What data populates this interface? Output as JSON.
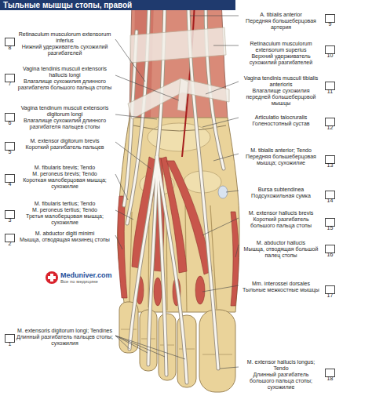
{
  "diagram": {
    "title": "Тыльные мышцы стопы, правой",
    "nodes": [
      {
        "text": [
          "9"
        ]
      },
      {
        "text": [
          "8"
        ]
      },
      {
        "text": [
          "10"
        ]
      },
      {
        "text": [
          "7"
        ]
      },
      {
        "text": [
          "11"
        ]
      },
      {
        "text": [
          "6"
        ]
      },
      {
        "text": [
          "12"
        ]
      },
      {
        "text": [
          "5"
        ]
      },
      {
        "text": [
          "13"
        ]
      },
      {
        "text": [
          "4"
        ]
      },
      {
        "text": [
          "14"
        ]
      },
      {
        "text": [
          "3"
        ]
      },
      {
        "text": [
          "15"
        ]
      },
      {
        "text": [
          "2"
        ]
      },
      {
        "text": [
          "16"
        ]
      },
      {
        "text": [
          "17"
        ]
      },
      {
        "text": [
          "1"
        ]
      },
      {
        "text": [
          "18"
        ]
      }
    ],
    "labels": [
      "A. tibialis anterior",
      "Передняя большеберцовая артерия",
      "Retinaculum musculorum extensorum inferius",
      "Нижний удерживатель сухожилий разгибателей",
      "Retinaculum musculorum extensorum superius",
      "Верхний удерживатель сухожилий разгибателей",
      "Vagina tendinis musculi extensoris hallucis longi",
      "Влагалище сухожилия длинного разгибателя большого пальца стопы",
      "Vagina tendinis musculi tibialis anterioris",
      "Влагалище сухожилия передней большеберцовой мышцы",
      "Vagina tendinum musculi extensoris digitorum longi",
      "Влагалище сухожилий длинного разгибателя пальцев стопы",
      "Articulatio talocruralis",
      "Голеностопный сустав",
      "M. extensor digitorum brevis",
      "Короткий разгибатель пальцев",
      "M. tibialis anterior; Tendo",
      "Передняя большеберцовая мышца; сухожилие",
      "M. fibularis brevis; Tendo",
      "M. peroneus brevis; Tendo",
      "Короткая малоберцовая мышца; сухожилие",
      "Bursa subtendinea",
      "Подсухожильная сумка",
      "M. fibularis tertius; Tendo",
      "M. peroneus tertius; Tendo",
      "Третья малоберцовая мышца; сухожилие",
      "M. extensor hallucis brevis",
      "Короткий разгибатель большого пальца стопы",
      "M. abductor digiti minimi",
      "Мышца, отводящая мизинец стопы",
      "M. abductor hallucis",
      "Мышца, отводящая большой палец стопы",
      "Meduniver.com",
      "Все по медицине",
      "Mm. interossei dorsales",
      "Тыльные межкостные мышцы",
      "M. extensoris digitorum longi; Tendines",
      "Длинный разгибатель пальцев стопы; сухожилия",
      "M. extensor hallucis longus; Tendo",
      "Длинный разгибатель большого пальца стопы; сухожилие"
    ]
  }
}
